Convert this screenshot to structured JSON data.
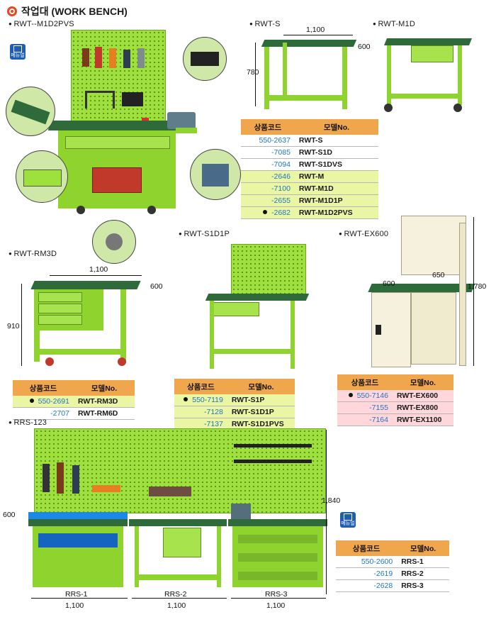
{
  "title": "작업대 (WORK BENCH)",
  "manual_label": "메뉴얼",
  "products": {
    "m1d2pvs": {
      "label": "RWT--M1D2PVS"
    },
    "rwt_s": {
      "label": "RWT-S",
      "width": "1,100",
      "depth": "600",
      "height": "780"
    },
    "rwt_m1d": {
      "label": "RWT-M1D"
    },
    "rwt_s1d1p": {
      "label": "RWT-S1D1P"
    },
    "rwt_ex600": {
      "label": "RWT-EX600",
      "width": "650",
      "depth": "600",
      "height": "1,780"
    },
    "rwt_rm3d": {
      "label": "RWT-RM3D",
      "width": "1,100",
      "depth": "600",
      "height": "910"
    },
    "rrs_123": {
      "label": "RRS-123",
      "depth": "600",
      "height": "1,840",
      "units": [
        {
          "name": "RRS-1",
          "width": "1,100"
        },
        {
          "name": "RRS-2",
          "width": "1,100"
        },
        {
          "name": "RRS-3",
          "width": "1,100"
        }
      ]
    }
  },
  "tables": {
    "rwt": {
      "header_code": "상품코드",
      "header_model": "모델No.",
      "rows": [
        {
          "code": "550-2637",
          "model": "RWT-S"
        },
        {
          "code": "-7085",
          "model": "RWT-S1D"
        },
        {
          "code": "-7094",
          "model": "RWT-S1DVS"
        },
        {
          "code": "-2646",
          "model": "RWT-M"
        },
        {
          "code": "-7100",
          "model": "RWT-M1D"
        },
        {
          "code": "-2655",
          "model": "RWT-M1D1P"
        },
        {
          "code": "-2682",
          "model": "RWT-M1D2PVS"
        }
      ]
    },
    "rm": {
      "header_code": "상품코드",
      "header_model": "모델No.",
      "rows": [
        {
          "code": "550-2691",
          "model": "RWT-RM3D"
        },
        {
          "code": "-2707",
          "model": "RWT-RM6D"
        }
      ]
    },
    "s1": {
      "header_code": "상품코드",
      "header_model": "모델No.",
      "rows": [
        {
          "code": "550-7119",
          "model": "RWT-S1P"
        },
        {
          "code": "-7128",
          "model": "RWT-S1D1P"
        },
        {
          "code": "-7137",
          "model": "RWT-S1D1PVS"
        }
      ]
    },
    "ex": {
      "header_code": "상품코드",
      "header_model": "모델No.",
      "rows": [
        {
          "code": "550-7146",
          "model": "RWT-EX600"
        },
        {
          "code": "-7155",
          "model": "RWT-EX800"
        },
        {
          "code": "-7164",
          "model": "RWT-EX1100"
        }
      ]
    },
    "rrs": {
      "header_code": "상품코드",
      "header_model": "모델No.",
      "rows": [
        {
          "code": "550-2600",
          "model": "RRS-1"
        },
        {
          "code": "-2619",
          "model": "RRS-2"
        },
        {
          "code": "-2628",
          "model": "RRS-3"
        }
      ]
    }
  },
  "colors": {
    "frame": "#9fe13c",
    "top": "#2f6b3a",
    "table_header": "#f0a64d",
    "code": "#1f74c8",
    "highlight": "#eaf6a4",
    "pink": "#ffd6d9"
  }
}
